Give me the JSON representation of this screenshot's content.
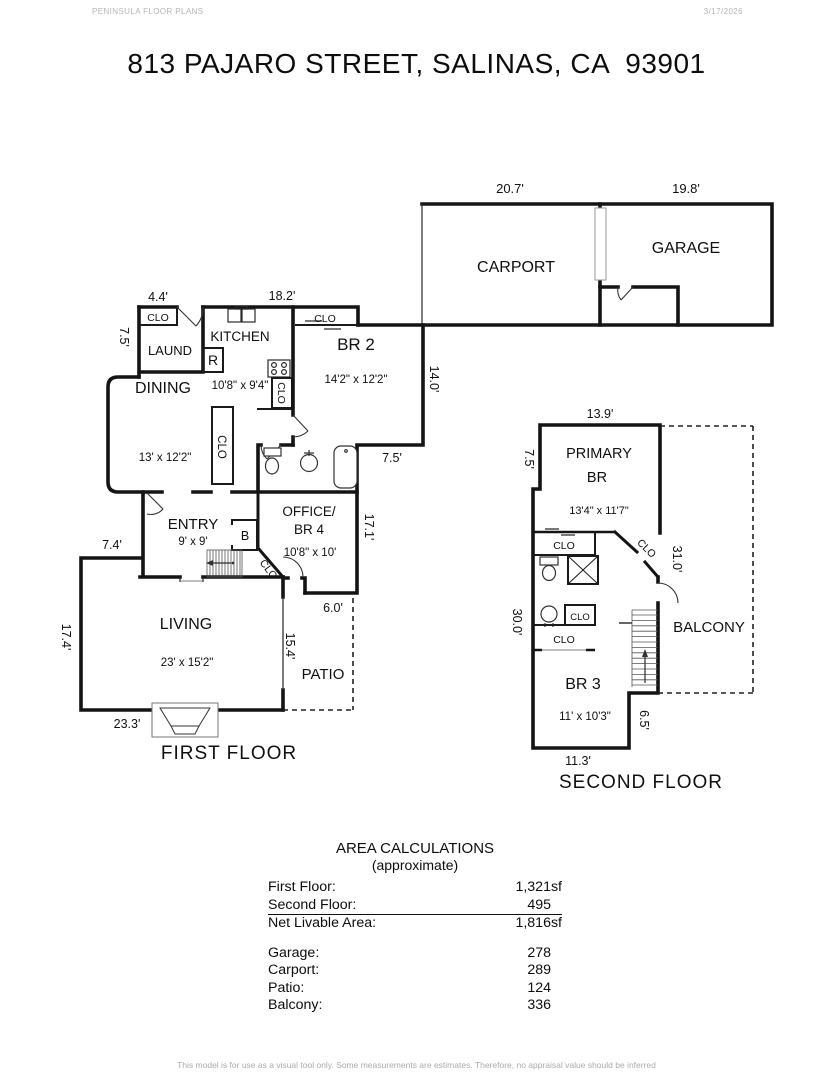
{
  "header": {
    "brand": "PENINSULA FLOOR PLANS",
    "date": "3/17/2026"
  },
  "title": "813 PAJARO STREET, SALINAS, CA  93901",
  "plan1": {
    "caption": "FIRST FLOOR",
    "carport": "CARPORT",
    "garage": "GARAGE",
    "dim_carport": "20.7'",
    "dim_garage": "19.8'",
    "dim_clo": "4.4'",
    "dim_top": "18.2'",
    "dim_laund_left": "7.5'",
    "clo_laund": "CLO",
    "laund": "LAUND",
    "kitchen": "KITCHEN",
    "fridge": "R",
    "kitchen_dims": "10'8\" x 9'4\"",
    "clo_kitchen": "CLO",
    "clo_br2": "CLO",
    "br2": "BR 2",
    "br2_dims": "14'2\" x 12'2\"",
    "dim_br2_right": "14.0'",
    "dining": "DINING",
    "dining_dims": "13' x 12'2\"",
    "clo_pantry": "CLO",
    "dim_br2_bottom": "7.5'",
    "dim_office_right": "17.1'",
    "entry": "ENTRY",
    "entry_dims": "9' x 9'",
    "b_closet": "B",
    "office_line1": "OFFICE/",
    "office_line2": "BR 4",
    "office_dims": "10'8\" x 10'",
    "clo_office": "CLO",
    "dim_entry_left": "7.4'",
    "dim_office_bottom": "6.0'",
    "living": "LIVING",
    "living_dims": "23' x 15'2\"",
    "dim_living_left": "17.4'",
    "dim_patio_left": "15.4'",
    "patio": "PATIO",
    "dim_living_bottom": "23.3'"
  },
  "plan2": {
    "caption": "SECOND FLOOR",
    "dim_top": "13.9'",
    "dim_left_top": "7.5'",
    "primary_line1": "PRIMARY",
    "primary_line2": "BR",
    "primary_dims": "13'4\" x 11'7\"",
    "clo_primary": "CLO",
    "clo_corner": "CLO",
    "dim_right": "31.0'",
    "dim_left": "30.0'",
    "clo_bath": "CLO",
    "clo_linen": "CLO",
    "balcony": "BALCONY",
    "br3": "BR 3",
    "br3_dims": "11' x 10'3\"",
    "dim_br3_right": "6.5'",
    "dim_bottom": "11.3'"
  },
  "area_calculations": {
    "heading": "AREA CALCULATIONS",
    "subheading": "(approximate)",
    "rows": [
      {
        "label": "First  Floor:",
        "value": "1,321sf"
      },
      {
        "label": "Second Floor:",
        "value": "495"
      },
      {
        "label": "Net Livable Area:",
        "value": "1,816sf"
      }
    ],
    "rows2": [
      {
        "label": "Garage:",
        "value": "278"
      },
      {
        "label": "Carport:",
        "value": "289"
      },
      {
        "label": "Patio:",
        "value": "124"
      },
      {
        "label": "Balcony:",
        "value": "336"
      }
    ]
  },
  "footer": "This model is for use as a visual tool only. Some measurements are estimates. Therefore, no appraisal value should be inferred"
}
